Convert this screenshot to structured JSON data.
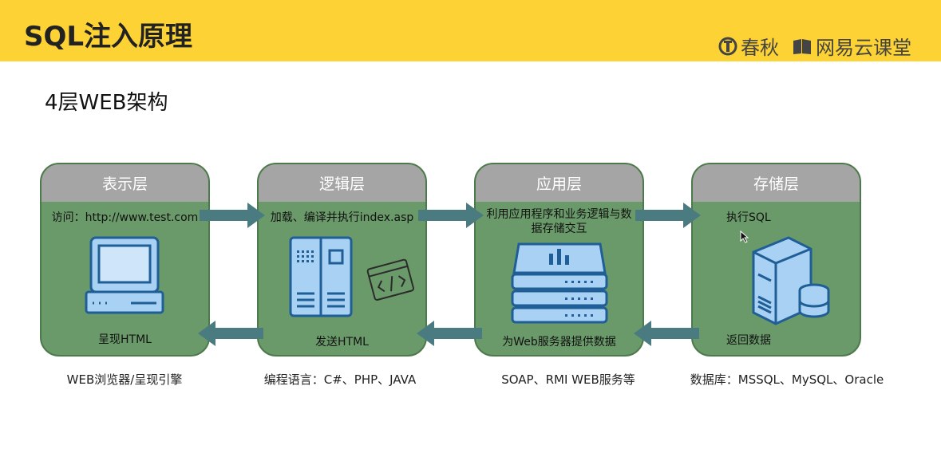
{
  "header": {
    "title": "SQL注入原理",
    "brand_1": "春秋",
    "brand_2": "网易云课堂"
  },
  "subtitle": "4层WEB架构",
  "tiers": [
    {
      "title": "表示层",
      "top_text": "访问：http://www.test.com",
      "bottom_text": "呈现HTML",
      "icon": "computer-icon",
      "caption": "WEB浏览器/呈现引擎"
    },
    {
      "title": "逻辑层",
      "top_text": "加载、编译并执行index.asp",
      "bottom_text": "发送HTML",
      "icon": "server-cabinet-icon",
      "caption": "编程语言：C#、PHP、JAVA"
    },
    {
      "title": "应用层",
      "top_text": "利用应用程序和业务逻辑与数据存储交互",
      "bottom_text": "为Web服务器提供数据",
      "icon": "rack-server-icon",
      "caption": "SOAP、RMI WEB服务等"
    },
    {
      "title": "存储层",
      "top_text": "执行SQL",
      "bottom_text": "返回数据",
      "icon": "database-server-icon",
      "caption": "数据库：MSSQL、MySQL、Oracle"
    }
  ],
  "colors": {
    "header": "#fcd235",
    "tier_body": "#6b9a6a",
    "tier_head": "#a5a5a5",
    "arrow": "#4a7b80",
    "icon_fill": "#a9d1f3",
    "icon_stroke": "#1f5e96"
  }
}
